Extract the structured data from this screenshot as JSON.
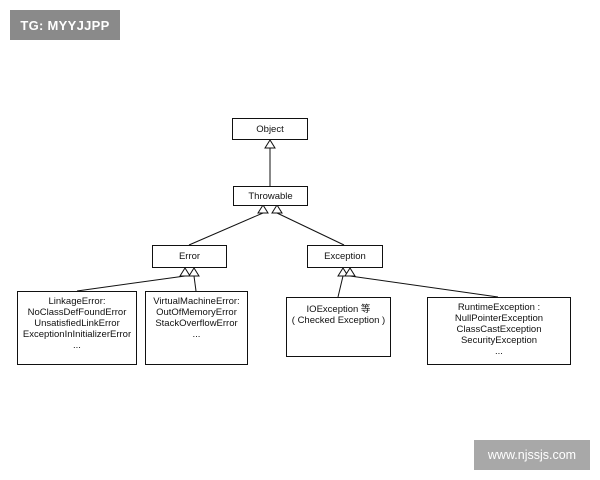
{
  "watermarks": {
    "top_left": "TG: MYYJJPP",
    "bottom_right": "www.njssjs.com"
  },
  "nodes": {
    "object": "Object",
    "throwable": "Throwable",
    "error": "Error",
    "exception": "Exception",
    "linkage_error": [
      "LinkageError:",
      "NoClassDefFoundError",
      "UnsatisfiedLinkError",
      "ExceptionInInitializerError",
      "..."
    ],
    "vm_error": [
      "VirtualMachineError:",
      "OutOfMemoryError",
      "StackOverflowError",
      "..."
    ],
    "io_exception": [
      "IOException 等",
      "( Checked Exception )"
    ],
    "runtime_exception": [
      "RuntimeException :",
      "NullPointerException",
      "ClassCastException",
      "SecurityException",
      "..."
    ]
  },
  "edge_style": "uml-generalization-hollow-triangle"
}
